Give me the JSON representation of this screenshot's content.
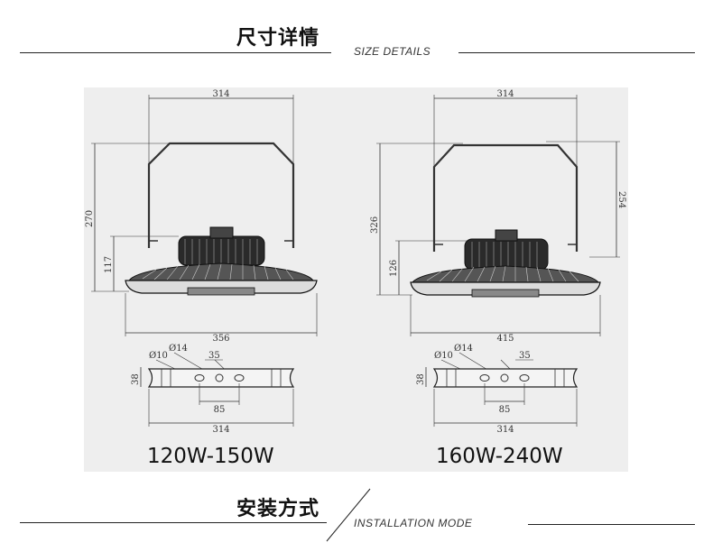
{
  "header": {
    "title_cn": "尺寸详情",
    "title_en": "SIZE DETAILS"
  },
  "footer": {
    "title_cn": "安装方式",
    "title_en": "INSTALLATION MODE"
  },
  "models": [
    {
      "wattage": "120W-150W",
      "dims": {
        "bracket_width": "314",
        "total_height": "270",
        "body_height": "117",
        "diameter": "356",
        "hole_small": "Ø10",
        "hole_large": "Ø14",
        "hole_offset": "35",
        "plate_height": "38",
        "hole_spacing": "85",
        "plate_width": "314"
      }
    },
    {
      "wattage": "160W-240W",
      "dims": {
        "bracket_width": "314",
        "total_height": "326",
        "bracket_height": "254",
        "body_height": "126",
        "diameter": "415",
        "hole_small": "Ø10",
        "hole_large": "Ø14",
        "hole_offset": "35",
        "plate_height": "38",
        "hole_spacing": "85",
        "plate_width": "314"
      }
    }
  ]
}
